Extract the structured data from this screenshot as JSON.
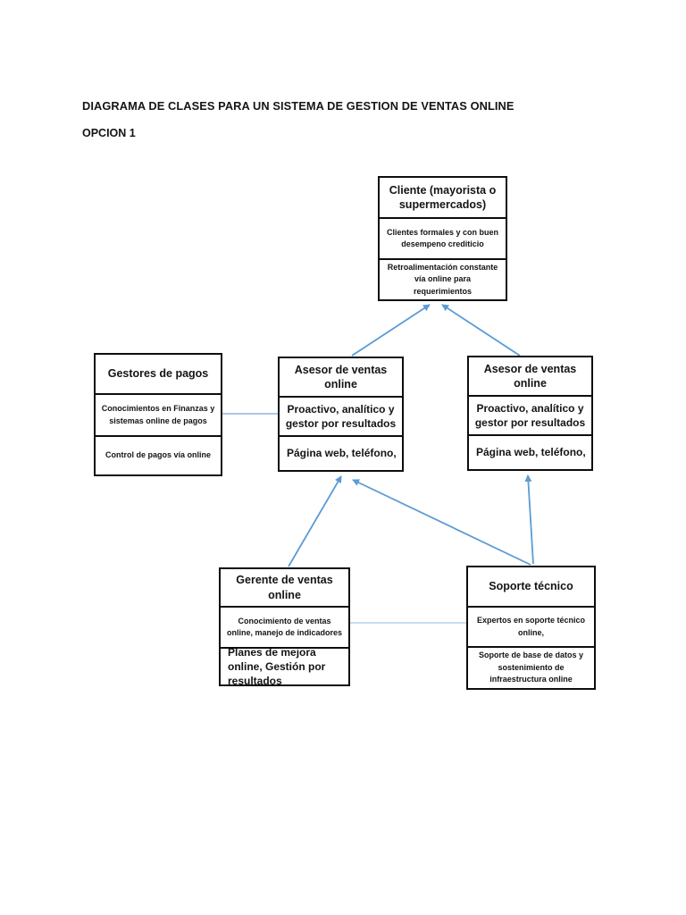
{
  "document": {
    "title": "DIAGRAMA DE CLASES PARA UN SISTEMA DE GESTION DE VENTAS ONLINE",
    "option_label": "OPCION 1"
  },
  "colors": {
    "arrow_blue": "#5B9BD5",
    "link_blue_light": "#8FB4DC",
    "link_blue_pale": "#C9DDF0",
    "box_border": "#0d0d0d",
    "page_background": "#ffffff"
  },
  "boxes": [
    {
      "id": "cliente",
      "title": "Cliente (mayorista o supermercados)",
      "attributes": "Clientes formales y con buen desempeno crediticio",
      "operations": "Retroalimentación constante vía online para requerimientos"
    },
    {
      "id": "gestores-pagos",
      "title": "Gestores de pagos",
      "attributes": "Conocimientos en Finanzas y sistemas online de pagos",
      "operations": "Control de pagos vía online"
    },
    {
      "id": "asesor-ventas-1",
      "title": "Asesor de ventas online",
      "attributes": "Proactivo, analítico y gestor por resultados",
      "operations": "Página web, teléfono,"
    },
    {
      "id": "asesor-ventas-2",
      "title": "Asesor de ventas online",
      "attributes": "Proactivo, analítico y gestor por resultados",
      "operations": "Página web, teléfono,"
    },
    {
      "id": "gerente-ventas",
      "title": "Gerente de ventas online",
      "attributes": "Conocimiento de ventas online, manejo de indicadores",
      "operations": "Planes de mejora online, Gestión por resultados"
    },
    {
      "id": "soporte-tecnico",
      "title": "Soporte técnico",
      "attributes": "Expertos en soporte técnico online,",
      "operations": "Soporte de base de datos y sostenimiento de infraestructura online"
    }
  ],
  "connectors": [
    {
      "from": "asesor-ventas-1",
      "to": "cliente",
      "type": "arrow"
    },
    {
      "from": "asesor-ventas-2",
      "to": "cliente",
      "type": "arrow"
    },
    {
      "from": "gerente-ventas",
      "to": "asesor-ventas-1",
      "type": "arrow"
    },
    {
      "from": "soporte-tecnico",
      "to": "asesor-ventas-1",
      "type": "arrow"
    },
    {
      "from": "soporte-tecnico",
      "to": "asesor-ventas-2",
      "type": "arrow"
    },
    {
      "from": "gestores-pagos",
      "to": "asesor-ventas-1",
      "type": "line"
    },
    {
      "from": "gerente-ventas",
      "to": "soporte-tecnico",
      "type": "line"
    }
  ]
}
